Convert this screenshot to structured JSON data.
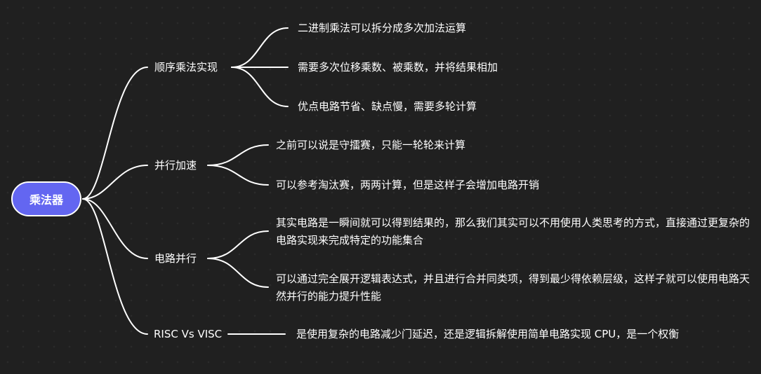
{
  "root": {
    "label": "乘法器"
  },
  "branches": [
    {
      "label": "顺序乘法实现",
      "leaves": [
        "二进制乘法可以拆分成多次加法运算",
        "需要多次位移乘数、被乘数，并将结果相加",
        "优点电路节省、缺点慢，需要多轮计算"
      ]
    },
    {
      "label": "并行加速",
      "leaves": [
        "之前可以说是守擂赛，只能一轮轮来计算",
        "可以参考淘汰赛，两两计算，但是这样子会增加电路开销"
      ]
    },
    {
      "label": "电路并行",
      "leaves": [
        "其实电路是一瞬间就可以得到结果的，那么我们其实可以不用使用人类思考的方式，直接通过更复杂的电路实现来完成特定的功能集合",
        "可以通过完全展开逻辑表达式，并且进行合并同类项，得到最少得依赖层级，这样子就可以使用电路天然并行的能力提升性能"
      ]
    },
    {
      "label": "RISC Vs VISC",
      "leaves": [
        "是使用复杂的电路减少门延迟，还是逻辑拆解使用简单电路实现 CPU，是一个权衡"
      ]
    }
  ]
}
